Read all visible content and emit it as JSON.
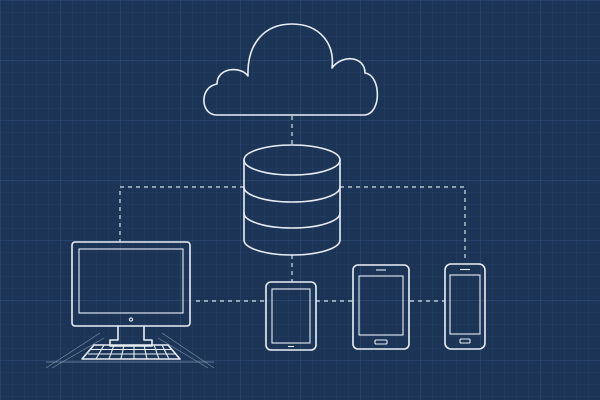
{
  "diagram": {
    "type": "cloud-infrastructure-blueprint",
    "nodes": [
      {
        "id": "cloud",
        "icon": "cloud-icon"
      },
      {
        "id": "database",
        "icon": "database-icon"
      },
      {
        "id": "desktop",
        "icon": "desktop-monitor-icon"
      },
      {
        "id": "keyboard",
        "icon": "keyboard-icon"
      },
      {
        "id": "tablet-small",
        "icon": "tablet-icon"
      },
      {
        "id": "tablet-large",
        "icon": "tablet-icon"
      },
      {
        "id": "phone",
        "icon": "smartphone-icon"
      }
    ],
    "edges": [
      {
        "from": "cloud",
        "to": "database",
        "style": "dashed"
      },
      {
        "from": "database",
        "to": "desktop",
        "style": "dashed"
      },
      {
        "from": "database",
        "to": "phone",
        "style": "dashed"
      },
      {
        "from": "database",
        "to": "tablet-small",
        "style": "dashed"
      },
      {
        "from": "desktop",
        "to": "tablet-small",
        "style": "dashed"
      },
      {
        "from": "tablet-small",
        "to": "tablet-large",
        "style": "dashed"
      },
      {
        "from": "tablet-large",
        "to": "phone",
        "style": "dashed"
      }
    ],
    "colors": {
      "background": "#1c3557",
      "grid_minor": "#2a4467",
      "grid_major": "#32507a",
      "line": "#e9eef5"
    }
  }
}
